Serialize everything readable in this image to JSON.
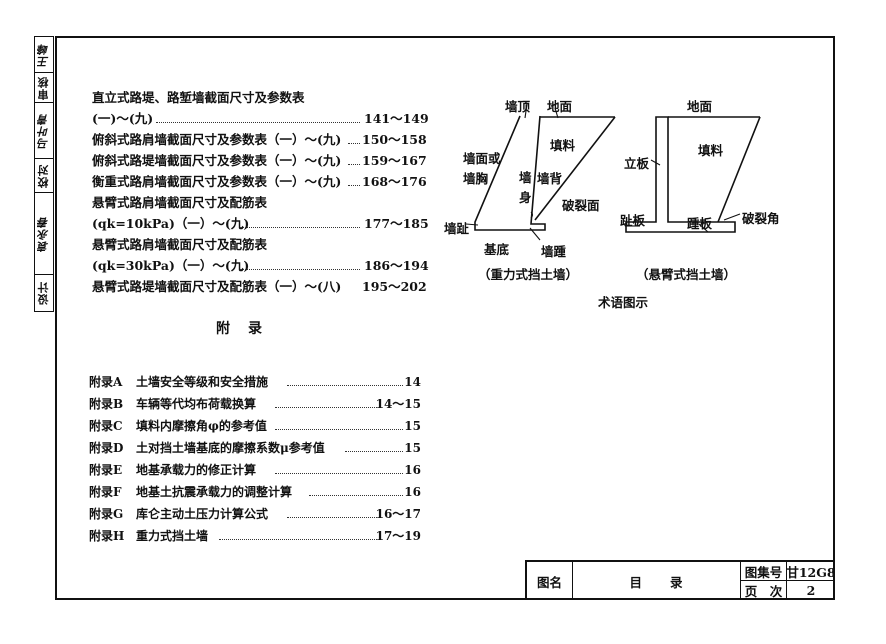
{
  "sidebar": {
    "design_label": "设计",
    "design_sig": "袁永春",
    "check_label": "校对",
    "check_sig": "马叶青",
    "review_label": "审核",
    "review_sig": "王峰"
  },
  "toc": [
    {
      "title": "直立式路堤、路堑墙截面尺寸及参数表",
      "page": ""
    },
    {
      "title": "(一)～(九)",
      "page": "141～149"
    },
    {
      "title": "俯斜式路肩墙截面尺寸及参数表（一）～(九)",
      "page": "150～158"
    },
    {
      "title": "俯斜式路堤墙截面尺寸及参数表（一）～(九)",
      "page": "159～167"
    },
    {
      "title": "衡重式路肩墙截面尺寸及参数表（一）～(九)",
      "page": "168～176"
    },
    {
      "title": "悬臂式路肩墙截面尺寸及配筋表",
      "page": ""
    },
    {
      "title": "(qk=10kPa)（一）～(九)",
      "page": "177～185"
    },
    {
      "title": "悬臂式路肩墙截面尺寸及配筋表",
      "page": ""
    },
    {
      "title": "(qk=30kPa)（一）～(九)",
      "page": "186～194"
    },
    {
      "title": "悬臂式路堤墙截面尺寸及配筋表（一）～(八)",
      "page": "195～202"
    }
  ],
  "appendix": {
    "heading": "附录",
    "items": [
      {
        "code": "附录A",
        "title": "土墙安全等级和安全措施",
        "page": "14"
      },
      {
        "code": "附录B",
        "title": "车辆等代均布荷载换算",
        "page": "14～15"
      },
      {
        "code": "附录C",
        "title": "填料内摩擦角φ的参考值",
        "page": "15"
      },
      {
        "code": "附录D",
        "title": "土对挡土墙基底的摩擦系数μ参考值",
        "page": "15"
      },
      {
        "code": "附录E",
        "title": "地基承载力的修正计算",
        "page": "16"
      },
      {
        "code": "附录F",
        "title": "地基土抗震承载力的调整计算",
        "page": "16"
      },
      {
        "code": "附录G",
        "title": "库仑主动土压力计算公式",
        "page": "16～17"
      },
      {
        "code": "附录H",
        "title": "重力式挡土墙",
        "page": "17～19"
      }
    ]
  },
  "figure": {
    "gravity": {
      "top": "墙顶",
      "ground": "地面",
      "fill": "填料",
      "face_1": "墙面或",
      "face_2": "墙胸",
      "body": "墙身",
      "back": "墙背",
      "crack": "破裂面",
      "toe": "墙趾",
      "base": "基底",
      "heel": "墙踵",
      "caption": "（重力式挡土墙）"
    },
    "cantilever": {
      "ground": "地面",
      "fill": "填料",
      "stem": "立板",
      "toe_slab": "趾板",
      "heel_slab": "踵板",
      "crack_angle": "破裂角",
      "caption": "（悬臂式挡土墙）"
    },
    "caption": "术语图示"
  },
  "titleblock": {
    "name_label": "图名",
    "name_value": "目　　录",
    "atlas_label": "图集号",
    "atlas_value": "甘12G8",
    "page_label": "页　次",
    "page_value": "2"
  }
}
